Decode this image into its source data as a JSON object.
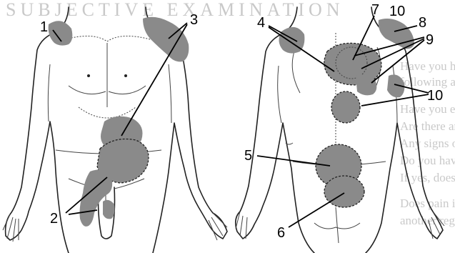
{
  "background_text": {
    "heading": "SUBJECTIVE EXAMINATION",
    "lines": [
      "Have you had any radiating or referred pain",
      "following a pattern of radiation or projection?",
      "Have you ever had abdominal or pelvic discomfort",
      "Are there any associated gastrointestinal symptoms",
      "Any signs of systemic involvement?",
      "Do you have a history of heart disease?",
      "If yes, does your shoulder pain occur with exertion?",
      "Does pain in one region cause referral to",
      "another region?"
    ]
  },
  "labels": {
    "l1": "1",
    "l2": "2",
    "l3": "3",
    "l4": "4",
    "l5": "5",
    "l6": "6",
    "l7": "7",
    "l8": "8",
    "l9": "9",
    "l10a": "10",
    "l10b": "10"
  },
  "colors": {
    "pain_fill": "#8a8a8a",
    "outline": "#222222",
    "background_text": "#c9c9c9"
  }
}
